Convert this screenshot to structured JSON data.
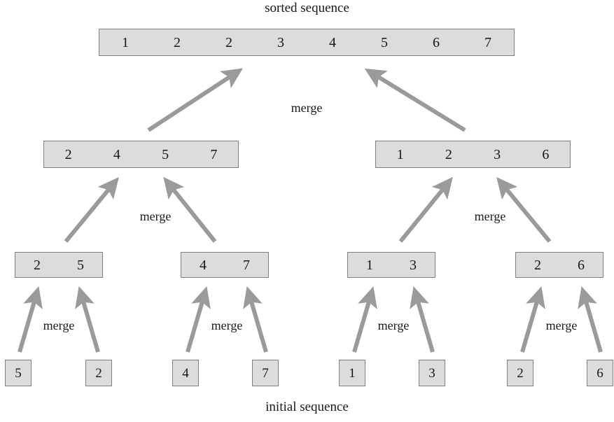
{
  "figure": {
    "type": "merge-sort-tree-diagram",
    "top_caption": "sorted sequence",
    "bottom_caption": "initial sequence",
    "merge_label": "merge",
    "colors": {
      "box_fill": "#dcdcdc",
      "box_border": "#808080",
      "arrow": "#9a9a9a",
      "text": "#161616",
      "background": "#ffffff"
    }
  },
  "levels": {
    "level0": {
      "name": "sorted-sequence",
      "boxes": [
        {
          "values": [
            "1",
            "2",
            "2",
            "3",
            "4",
            "5",
            "6",
            "7"
          ]
        }
      ]
    },
    "level1": {
      "name": "four-element-runs",
      "boxes": [
        {
          "values": [
            "2",
            "4",
            "5",
            "7"
          ]
        },
        {
          "values": [
            "1",
            "2",
            "3",
            "6"
          ]
        }
      ]
    },
    "level2": {
      "name": "two-element-runs",
      "boxes": [
        {
          "values": [
            "2",
            "5"
          ]
        },
        {
          "values": [
            "4",
            "7"
          ]
        },
        {
          "values": [
            "1",
            "3"
          ]
        },
        {
          "values": [
            "2",
            "6"
          ]
        }
      ]
    },
    "level3": {
      "name": "initial-sequence",
      "boxes": [
        {
          "values": [
            "5"
          ]
        },
        {
          "values": [
            "2"
          ]
        },
        {
          "values": [
            "4"
          ]
        },
        {
          "values": [
            "7"
          ]
        },
        {
          "values": [
            "1"
          ]
        },
        {
          "values": [
            "3"
          ]
        },
        {
          "values": [
            "2"
          ]
        },
        {
          "values": [
            "6"
          ]
        }
      ]
    }
  },
  "merge_labels": [
    {
      "id": "merge-top",
      "text": "merge"
    },
    {
      "id": "merge-mid-left",
      "text": "merge"
    },
    {
      "id": "merge-mid-right",
      "text": "merge"
    },
    {
      "id": "merge-leaf-1",
      "text": "merge"
    },
    {
      "id": "merge-leaf-2",
      "text": "merge"
    },
    {
      "id": "merge-leaf-3",
      "text": "merge"
    },
    {
      "id": "merge-leaf-4",
      "text": "merge"
    }
  ]
}
